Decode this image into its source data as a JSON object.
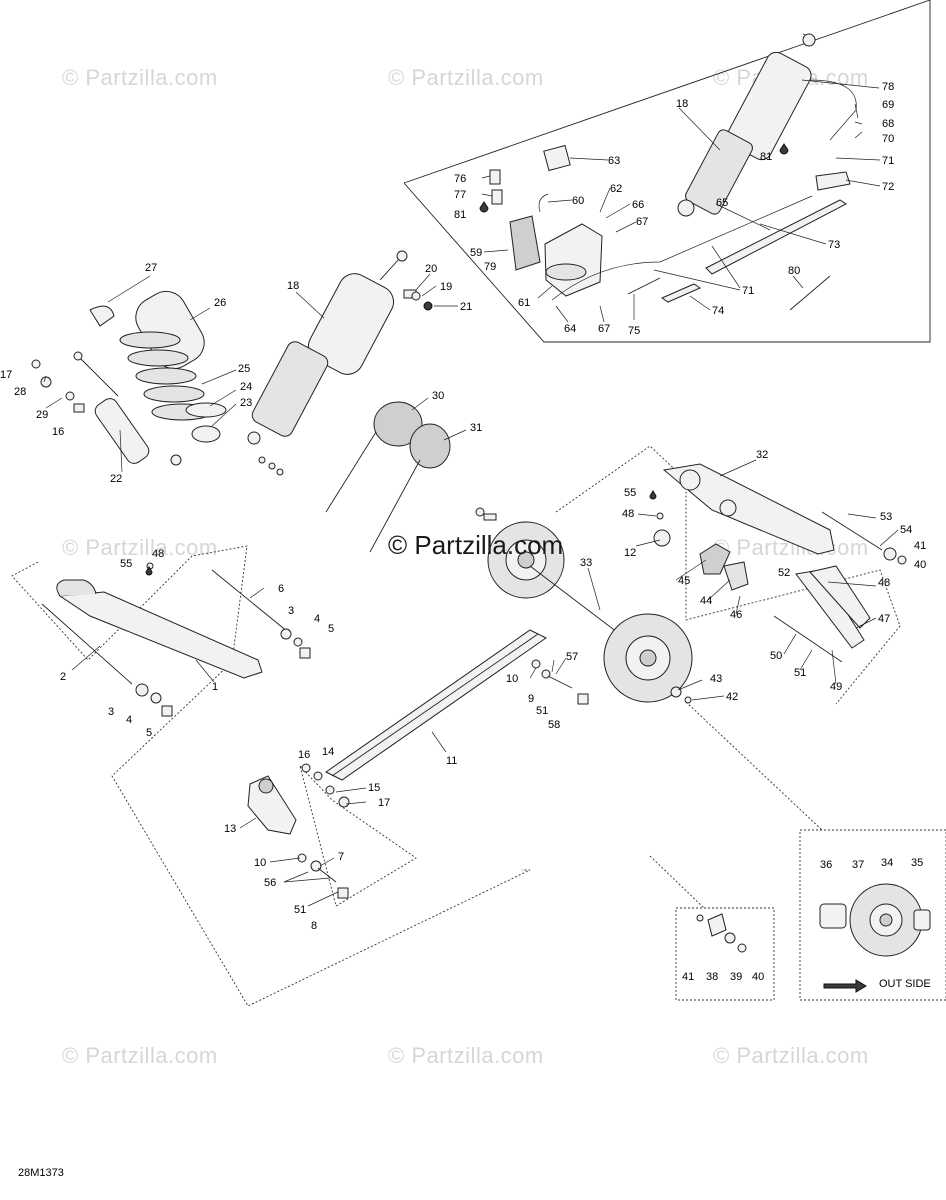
{
  "watermarks": [
    "© Partzilla.com",
    "© Partzilla.com",
    "© Partzilla.com",
    "© Partzilla.com",
    "© Partzilla.com",
    "© Partzilla.com",
    "© Partzilla.com",
    "© Partzilla.com"
  ],
  "center_watermark": "© Partzilla.com",
  "diagram_code": "28M1373",
  "out_side_label": "OUT SIDE",
  "callouts": [
    "1",
    "2",
    "3",
    "4",
    "5",
    "6",
    "7",
    "8",
    "9",
    "10",
    "11",
    "12",
    "13",
    "14",
    "15",
    "16",
    "17",
    "18",
    "19",
    "20",
    "21",
    "22",
    "23",
    "24",
    "25",
    "26",
    "27",
    "28",
    "29",
    "30",
    "31",
    "32",
    "33",
    "34",
    "35",
    "36",
    "37",
    "38",
    "39",
    "40",
    "41",
    "42",
    "43",
    "44",
    "45",
    "46",
    "47",
    "48",
    "49",
    "50",
    "51",
    "52",
    "53",
    "54",
    "55",
    "56",
    "57",
    "58",
    "59",
    "60",
    "61",
    "62",
    "63",
    "64",
    "65",
    "66",
    "67",
    "69",
    "70",
    "71",
    "72",
    "73",
    "74",
    "75",
    "76",
    "77",
    "78",
    "79",
    "80",
    "81",
    "68"
  ]
}
